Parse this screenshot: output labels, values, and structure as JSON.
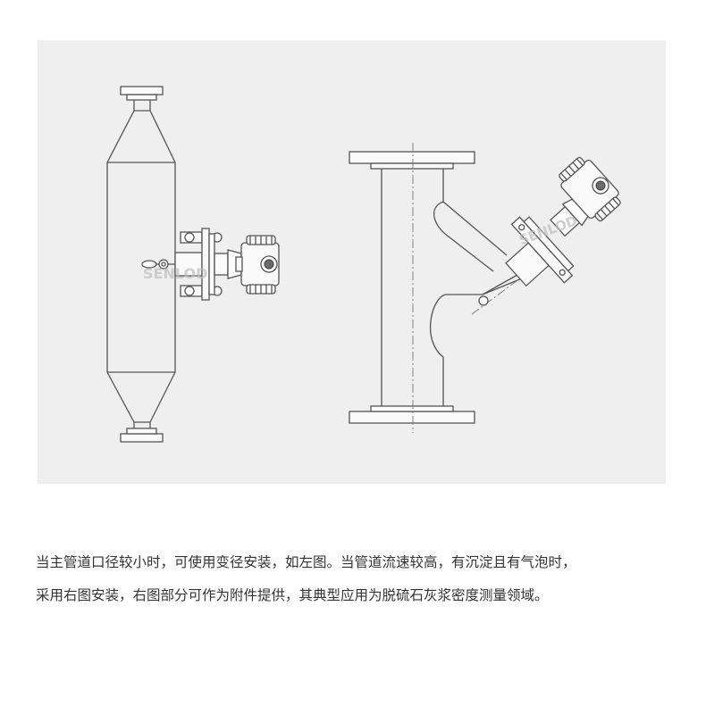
{
  "figure": {
    "left_diagram": "reducer-installation",
    "right_diagram": "y-branch-installation",
    "watermark_icon": "senlod-logo"
  },
  "caption": {
    "line1": "当主管道口径较小时，可使用变径安装，如左图。当管道流速较高，有沉淀且有气泡时，",
    "line2": "采用右图安装，右图部分可作为附件提供，其典型应用为脱硫石灰浆密度测量领域。"
  }
}
